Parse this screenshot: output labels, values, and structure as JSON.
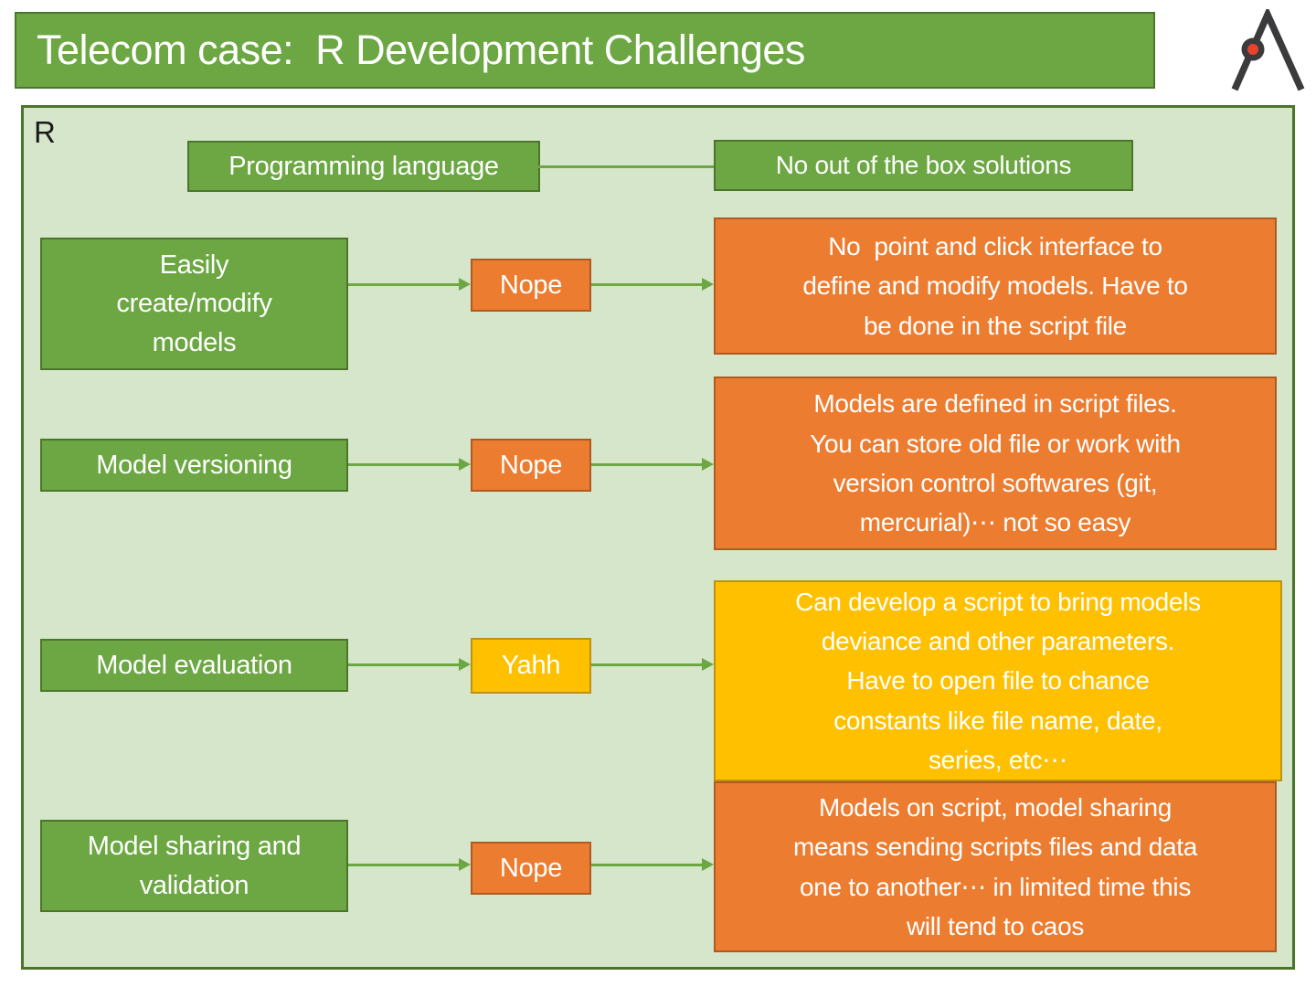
{
  "slide": {
    "title": "Telecom case:  R Development Challenges",
    "corner_label": "R"
  },
  "logo": {
    "name": "pointed-a-compass-logo",
    "dark": "#3B3B3E",
    "red": "#E8432C"
  },
  "colors": {
    "green": "#6CA743",
    "green_border": "#4C752C",
    "panel_bg": "#D5E6CA",
    "panel_border": "#4C752C",
    "orange": "#EC7C30",
    "orange_border": "#AE5A21",
    "yellow": "#FFC000",
    "yellow_border": "#BD9214",
    "arrow": "#6CA743",
    "text_light": "#FFFFFF",
    "text_dark": "#1A1A1A",
    "page_bg": "#FFFFFF"
  },
  "diagram": {
    "rows": [
      {
        "topic": "Programming language",
        "status": null,
        "detail": "No out of the box solutions",
        "detail_tone": "green"
      },
      {
        "topic": "Easily\ncreate/modify\nmodels",
        "status": "Nope",
        "status_tone": "orange",
        "detail": "No  point and click interface to\ndefine and modify models. Have to\nbe done in the script file",
        "detail_tone": "orange"
      },
      {
        "topic": "Model versioning",
        "status": "Nope",
        "status_tone": "orange",
        "detail": "Models are defined in script files.\nYou can store old file or work with\nversion control softwares (git,\nmercurial)⋯ not so easy",
        "detail_tone": "orange"
      },
      {
        "topic": "Model evaluation",
        "status": "Yahh",
        "status_tone": "yellow",
        "detail": "Can develop a script to bring models\ndeviance and other parameters.\nHave to open file to chance\nconstants like file name, date,\nseries, etc⋯",
        "detail_tone": "yellow"
      },
      {
        "topic": "Model sharing and\nvalidation",
        "status": "Nope",
        "status_tone": "orange",
        "detail": "Models on script, model sharing\nmeans sending scripts files and data\none to another⋯ in limited time this\nwill tend to caos",
        "detail_tone": "orange"
      }
    ]
  }
}
